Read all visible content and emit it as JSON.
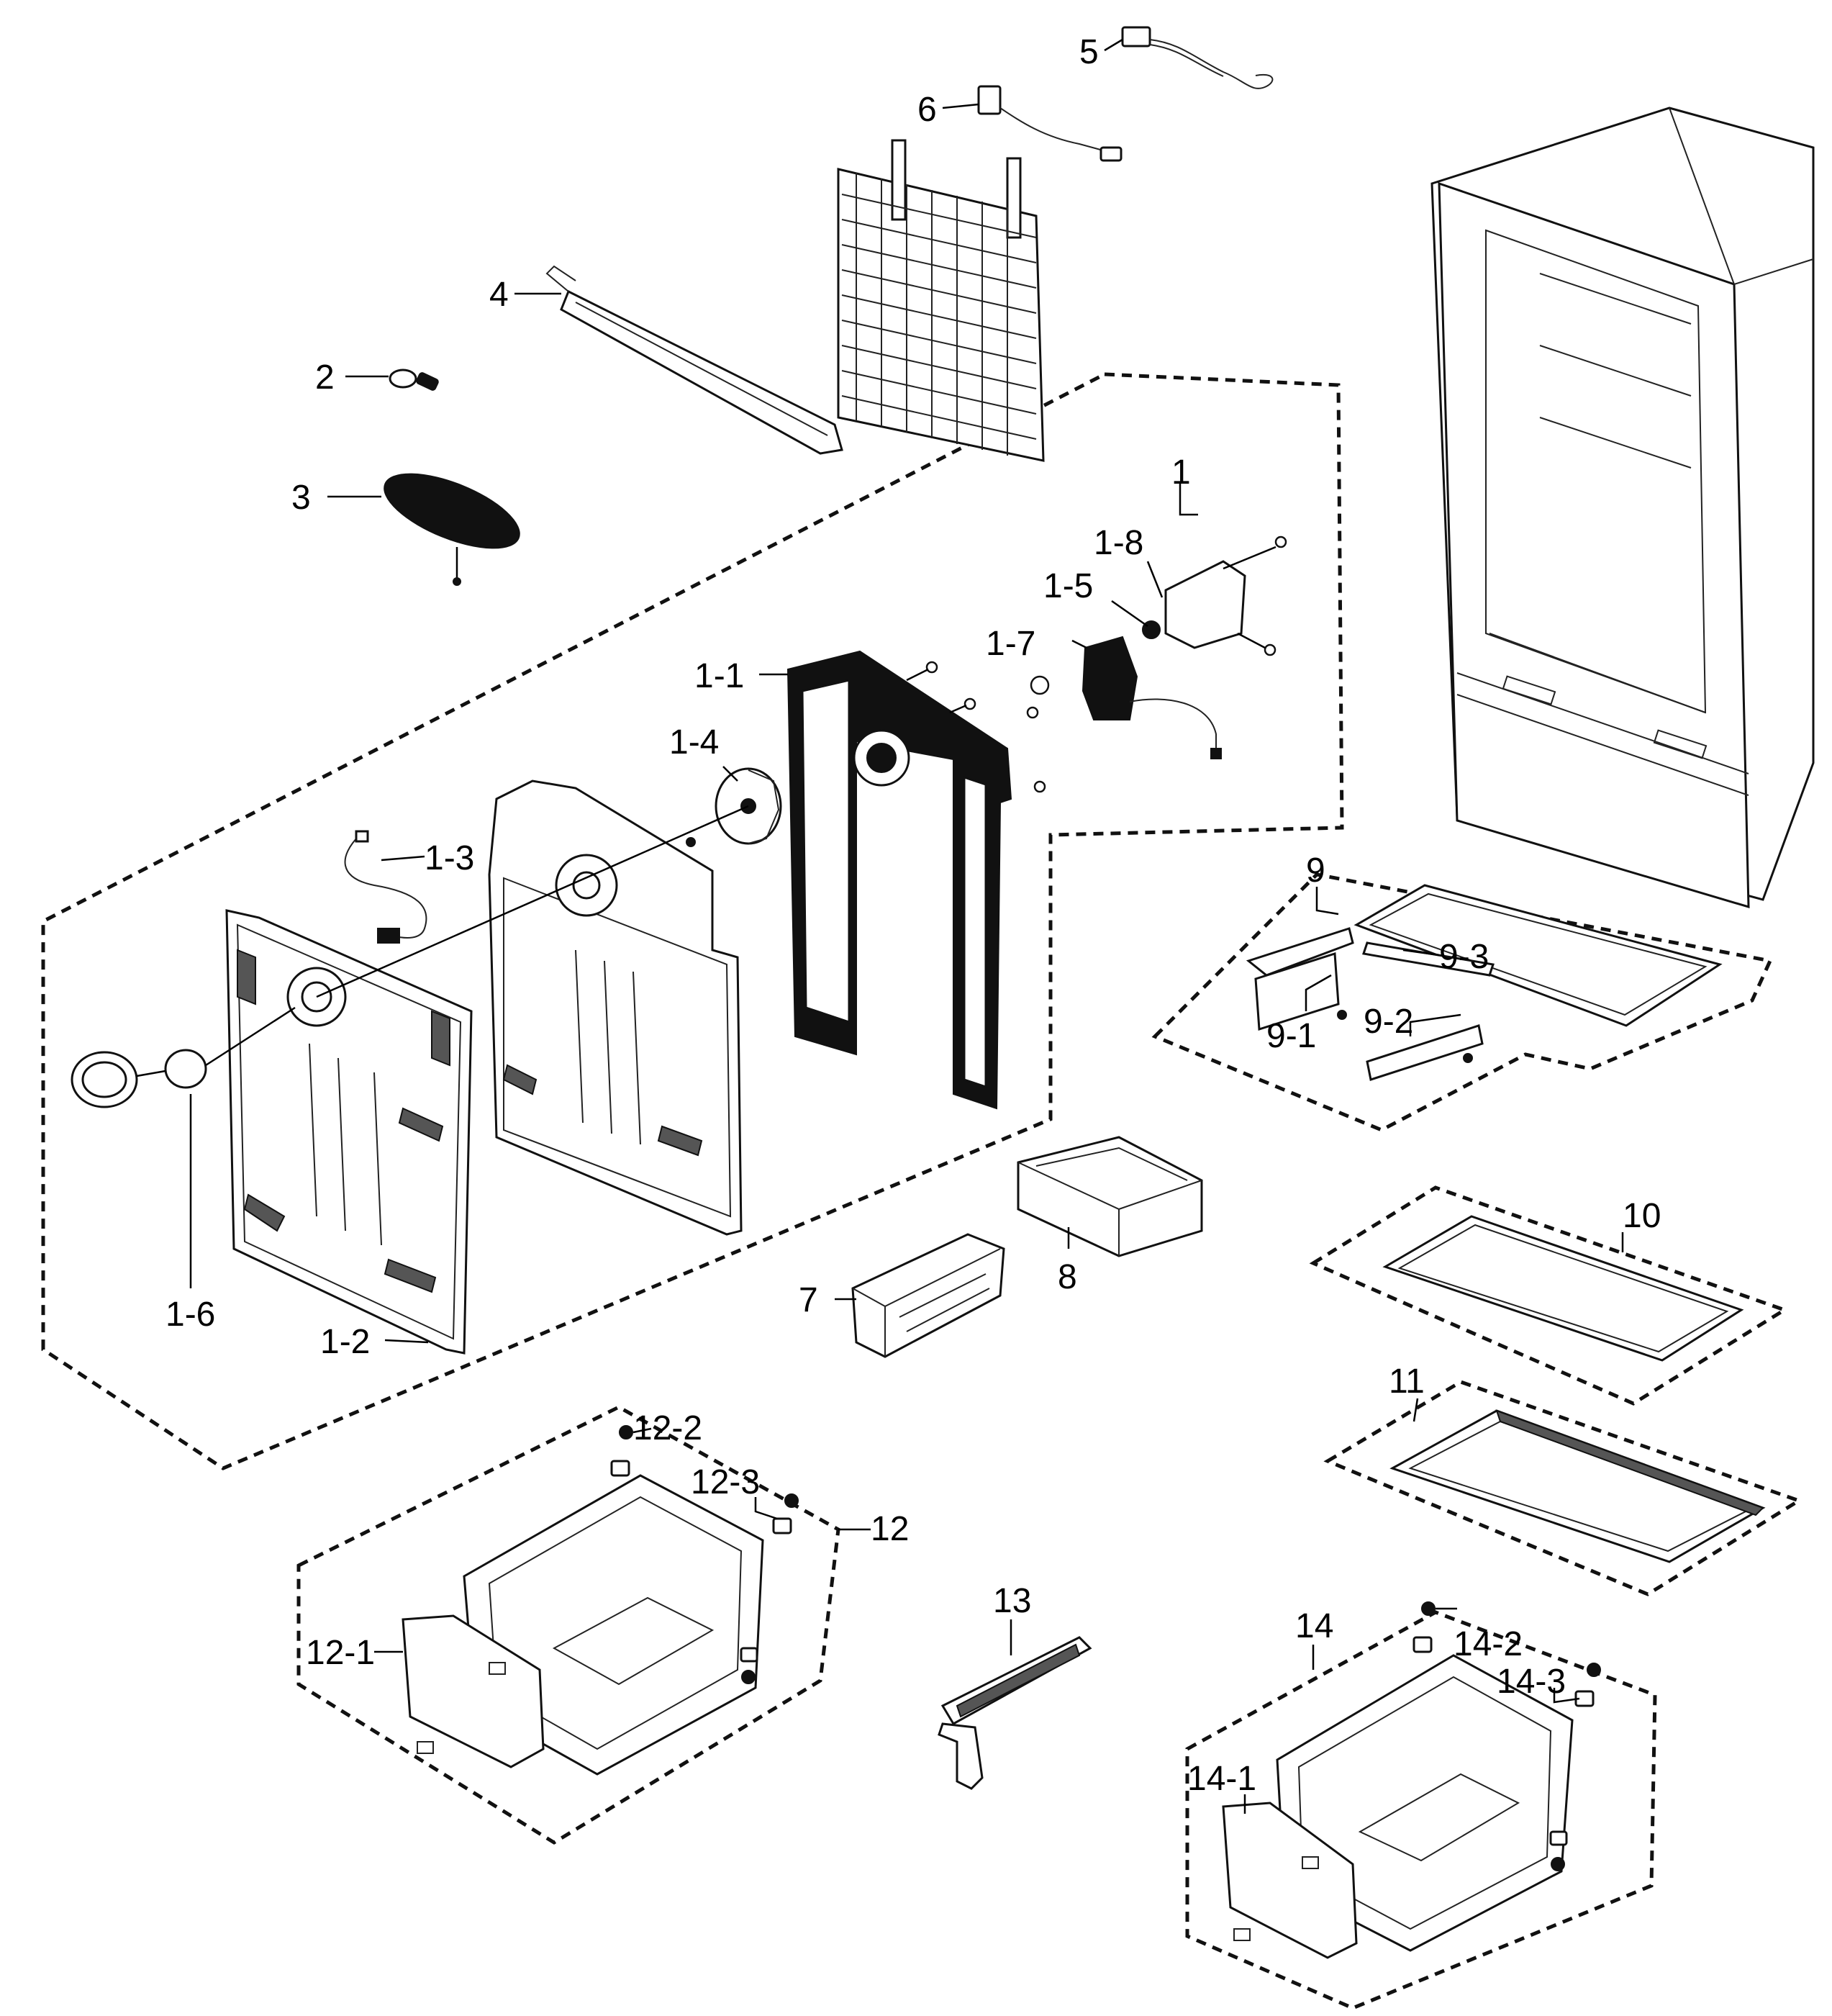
{
  "callouts": {
    "c1": "1",
    "c1_1": "1-1",
    "c1_2": "1-2",
    "c1_3": "1-3",
    "c1_4": "1-4",
    "c1_5": "1-5",
    "c1_6": "1-6",
    "c1_7": "1-7",
    "c1_8": "1-8",
    "c2": "2",
    "c3": "3",
    "c4": "4",
    "c5": "5",
    "c6": "6",
    "c7": "7",
    "c8": "8",
    "c9": "9",
    "c9_1": "9-1",
    "c9_2": "9-2",
    "c9_3": "9-3",
    "c10": "10",
    "c11": "11",
    "c12": "12",
    "c12_1": "12-1",
    "c12_2": "12-2",
    "c12_3": "12-3",
    "c13": "13",
    "c14": "14",
    "c14_1": "14-1",
    "c14_2": "14-2",
    "c14_3": "14-3"
  }
}
